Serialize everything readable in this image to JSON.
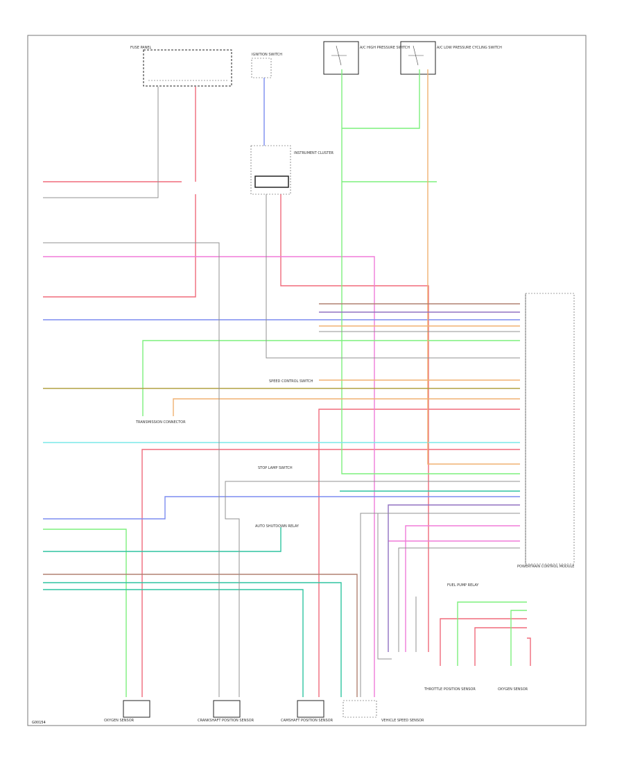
{
  "diagram": {
    "footer_code": "G00154",
    "blocks": {
      "fuse_block": "FUSE PANEL",
      "ignition_switch": "IGNITION SWITCH",
      "pressure_switch_1": "A/C HIGH PRESSURE SWITCH",
      "pressure_switch_2": "A/C LOW PRESSURE CYCLING SWITCH",
      "instrument_cluster": "INSTRUMENT CLUSTER",
      "pcm": "POWERTRAIN CONTROL MODULE",
      "transmission_connector": "TRANSMISSION CONNECTOR",
      "speed_control": "SPEED CONTROL SWITCH",
      "brake_switch": "STOP LAMP SWITCH",
      "asd_relay": "AUTO SHUTDOWN RELAY",
      "fuel_pump_relay": "FUEL PUMP RELAY",
      "oxygen_sensor_1": "OXYGEN SENSOR",
      "oxygen_sensor_2": "OXYGEN SENSOR",
      "crank_sensor": "CRANKSHAFT POSITION SENSOR",
      "cam_sensor": "CAMSHAFT POSITION SENSOR",
      "vehicle_speed_sensor": "VEHICLE SPEED SENSOR",
      "throttle_sensor": "THROTTLE POSITION SENSOR"
    },
    "wire_colors": {
      "red": "#f06a7a",
      "pink": "#f07ad8",
      "blue": "#7b8cf0",
      "green": "#7cf07c",
      "cyan": "#7ae8e8",
      "teal": "#2ec4a0",
      "orange": "#f0b070",
      "olive": "#b0a040",
      "brown": "#b08070",
      "purple": "#9070c0",
      "gray": "#909090",
      "black": "#333333"
    }
  }
}
